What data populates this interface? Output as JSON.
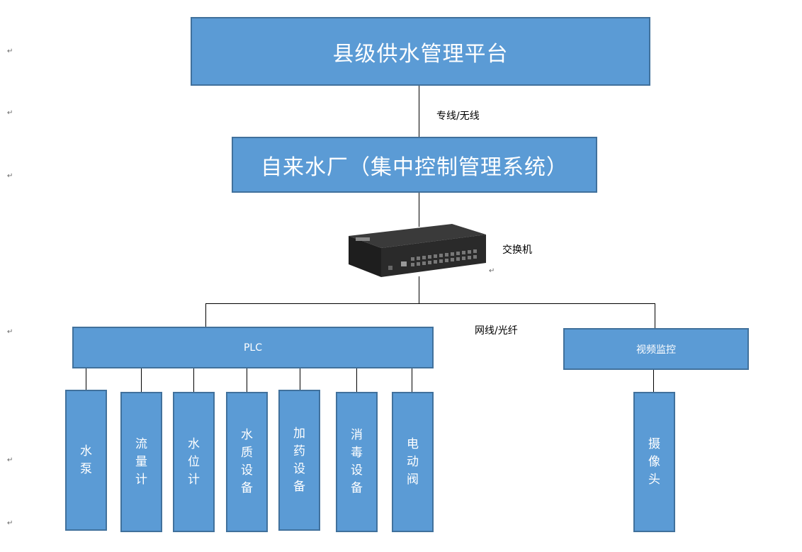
{
  "colors": {
    "box_fill": "#5b9bd5",
    "box_border": "#41719c",
    "text_on_box": "#ffffff",
    "line": "#000000"
  },
  "top": {
    "label": "县级供水管理平台"
  },
  "connection1": {
    "label": "专线/无线"
  },
  "middle": {
    "label": "自来水厂（集中控制管理系统）"
  },
  "switch": {
    "label": "交换机",
    "icon": "network-switch-icon"
  },
  "connection2": {
    "label": "网线/光纤"
  },
  "plc": {
    "label": "PLC"
  },
  "video": {
    "label": "视频监控"
  },
  "plc_children": [
    {
      "label": "水泵"
    },
    {
      "label": "流量计"
    },
    {
      "label": "水位计"
    },
    {
      "label": "水质设备"
    },
    {
      "label": "加药设备"
    },
    {
      "label": "消毒设备"
    },
    {
      "label": "电动阀"
    }
  ],
  "video_children": [
    {
      "label": "摄像头"
    }
  ]
}
